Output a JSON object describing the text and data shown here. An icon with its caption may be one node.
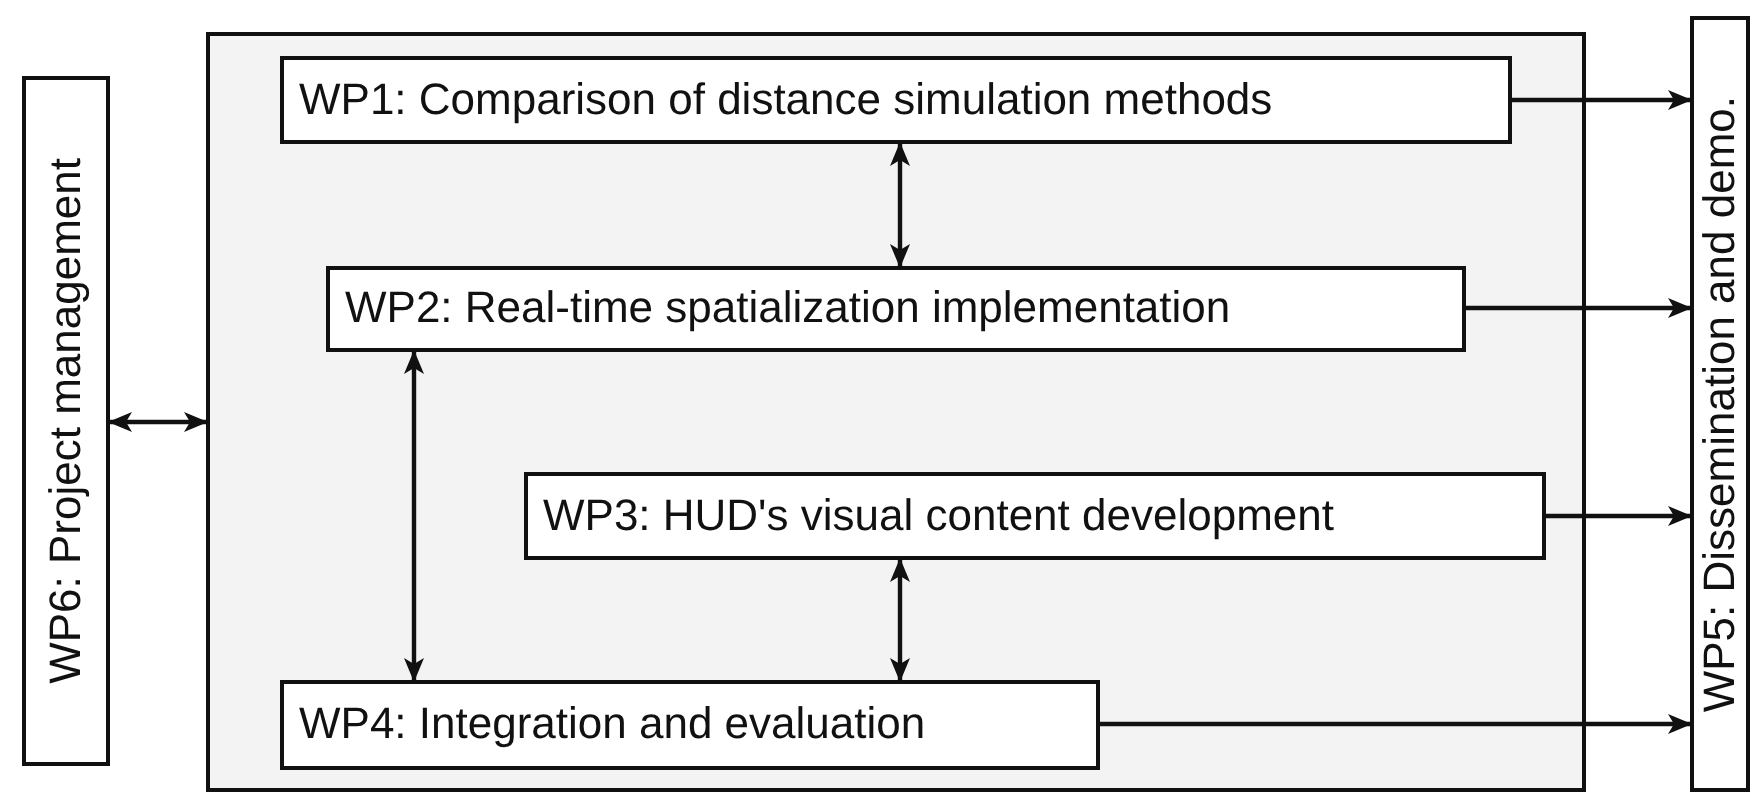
{
  "diagram": {
    "nodes": [
      {
        "text": [
          "WP6: Project management"
        ]
      },
      {
        "text": [],
        "shape": "box"
      },
      {
        "text": [
          "WP1: Comparison of distance simulation methods"
        ],
        "in": 1
      },
      {
        "text": [
          "WP2: Real-time spatialization implementation"
        ],
        "in": 1
      },
      {
        "text": [
          "WP3: HUD's visual content development"
        ],
        "in": 1
      },
      {
        "text": [
          "WP4: Integration and evaluation"
        ],
        "in": 1
      },
      {
        "text": [
          "WP5: Dissemination and demo."
        ]
      }
    ],
    "edges": [
      {
        "from": 0,
        "to": 1,
        "arrow": "both"
      },
      {
        "from": 2,
        "to": 3,
        "arrow": "both"
      },
      {
        "from": 3,
        "to": 5,
        "arrow": "both"
      },
      {
        "from": 4,
        "to": 5,
        "arrow": "both"
      },
      {
        "from": 2,
        "to": 6,
        "arrow": "to"
      },
      {
        "from": 3,
        "to": 6,
        "arrow": "to"
      },
      {
        "from": 4,
        "to": 6,
        "arrow": "to"
      },
      {
        "from": 5,
        "to": 6,
        "arrow": "to"
      }
    ]
  }
}
